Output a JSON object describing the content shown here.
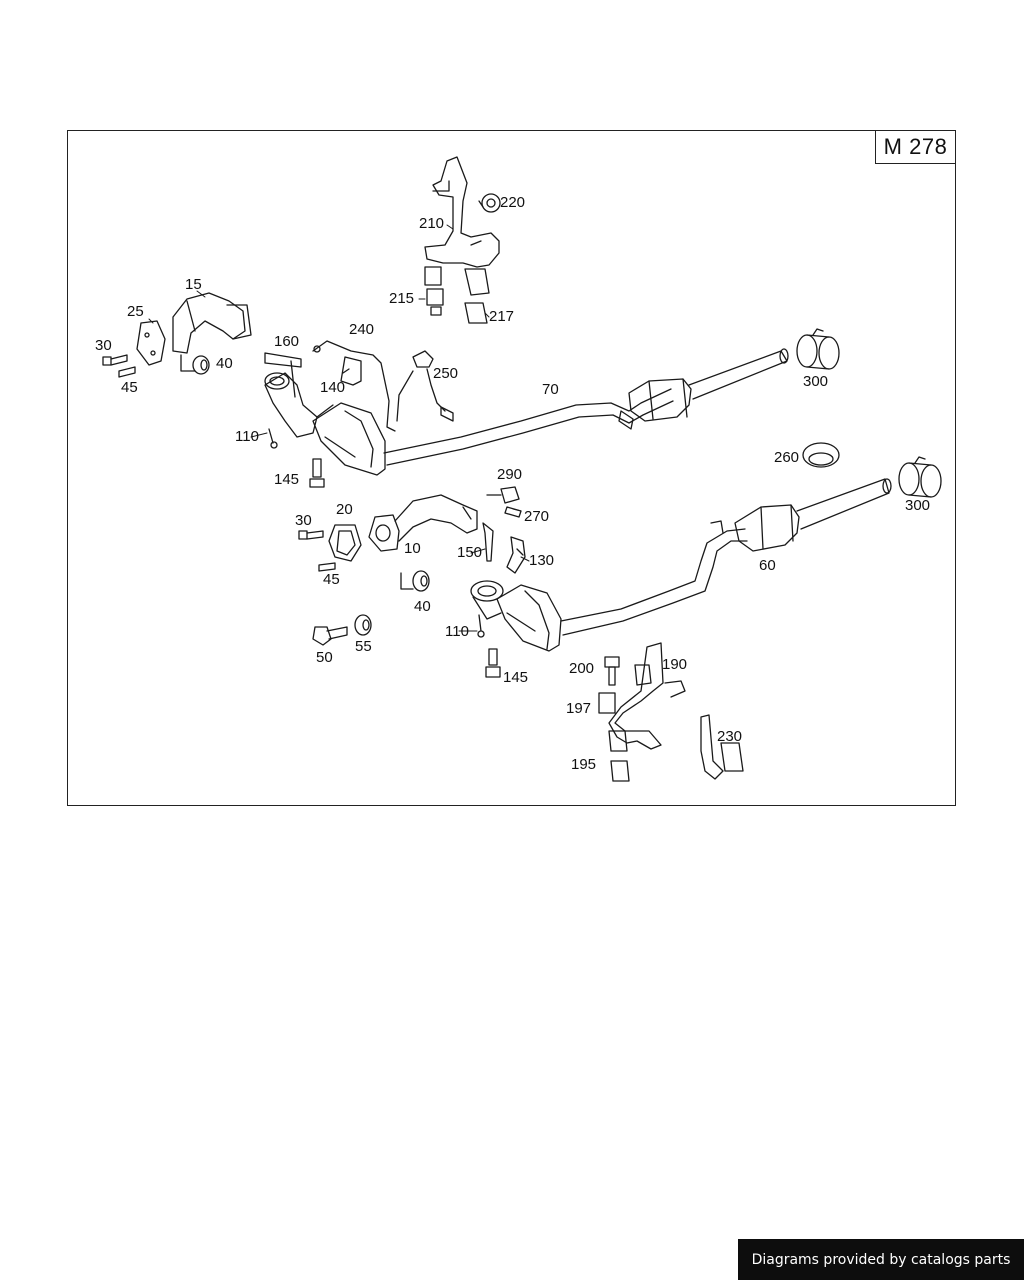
{
  "diagram": {
    "engine_code": "M 278",
    "callouts": {
      "p10": "10",
      "p15": "15",
      "p20": "20",
      "p25": "25",
      "p30a": "30",
      "p30b": "30",
      "p40a": "40",
      "p40b": "40",
      "p45a": "45",
      "p45b": "45",
      "p50": "50",
      "p55": "55",
      "p60": "60",
      "p70": "70",
      "p110a": "110",
      "p110b": "110",
      "p130": "130",
      "p140": "140",
      "p145a": "145",
      "p145b": "145",
      "p150": "150",
      "p160": "160",
      "p190": "190",
      "p195": "195",
      "p197": "197",
      "p200": "200",
      "p210": "210",
      "p215": "215",
      "p217": "217",
      "p220": "220",
      "p230": "230",
      "p240": "240",
      "p250": "250",
      "p260": "260",
      "p270": "270",
      "p290": "290",
      "p300a": "300",
      "p300b": "300"
    }
  },
  "footer": {
    "credit": "Diagrams provided by catalogs parts"
  },
  "colors": {
    "line": "#1a1a1a",
    "footer_bg": "#0d0d0d",
    "footer_text": "#ffffff"
  }
}
